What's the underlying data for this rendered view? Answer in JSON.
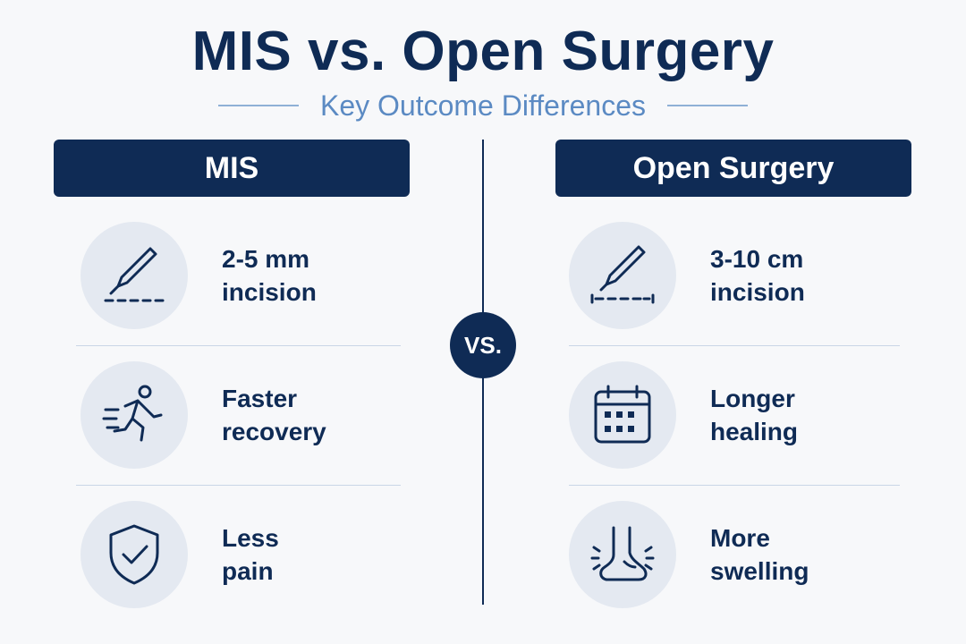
{
  "header": {
    "title": "MIS vs. Open Surgery",
    "subtitle": "Key Outcome Differences"
  },
  "vs_label": "VS.",
  "columns": [
    {
      "label": "MIS",
      "items": [
        {
          "line1": "2-5 mm",
          "line2": "incision",
          "icon": "scalpel-short-incision-icon"
        },
        {
          "line1": "Faster",
          "line2": "recovery",
          "icon": "running-person-icon"
        },
        {
          "line1": "Less",
          "line2": "pain",
          "icon": "shield-check-icon"
        }
      ]
    },
    {
      "label": "Open Surgery",
      "items": [
        {
          "line1": "3-10 cm",
          "line2": "incision",
          "icon": "scalpel-long-incision-icon"
        },
        {
          "line1": "Longer",
          "line2": "healing",
          "icon": "calendar-icon"
        },
        {
          "line1": "More",
          "line2": "swelling",
          "icon": "swollen-foot-icon"
        }
      ]
    }
  ],
  "colors": {
    "navy": "#0f2b55",
    "accent": "#5b8ac3",
    "icon_bg": "#e4e9f1"
  }
}
